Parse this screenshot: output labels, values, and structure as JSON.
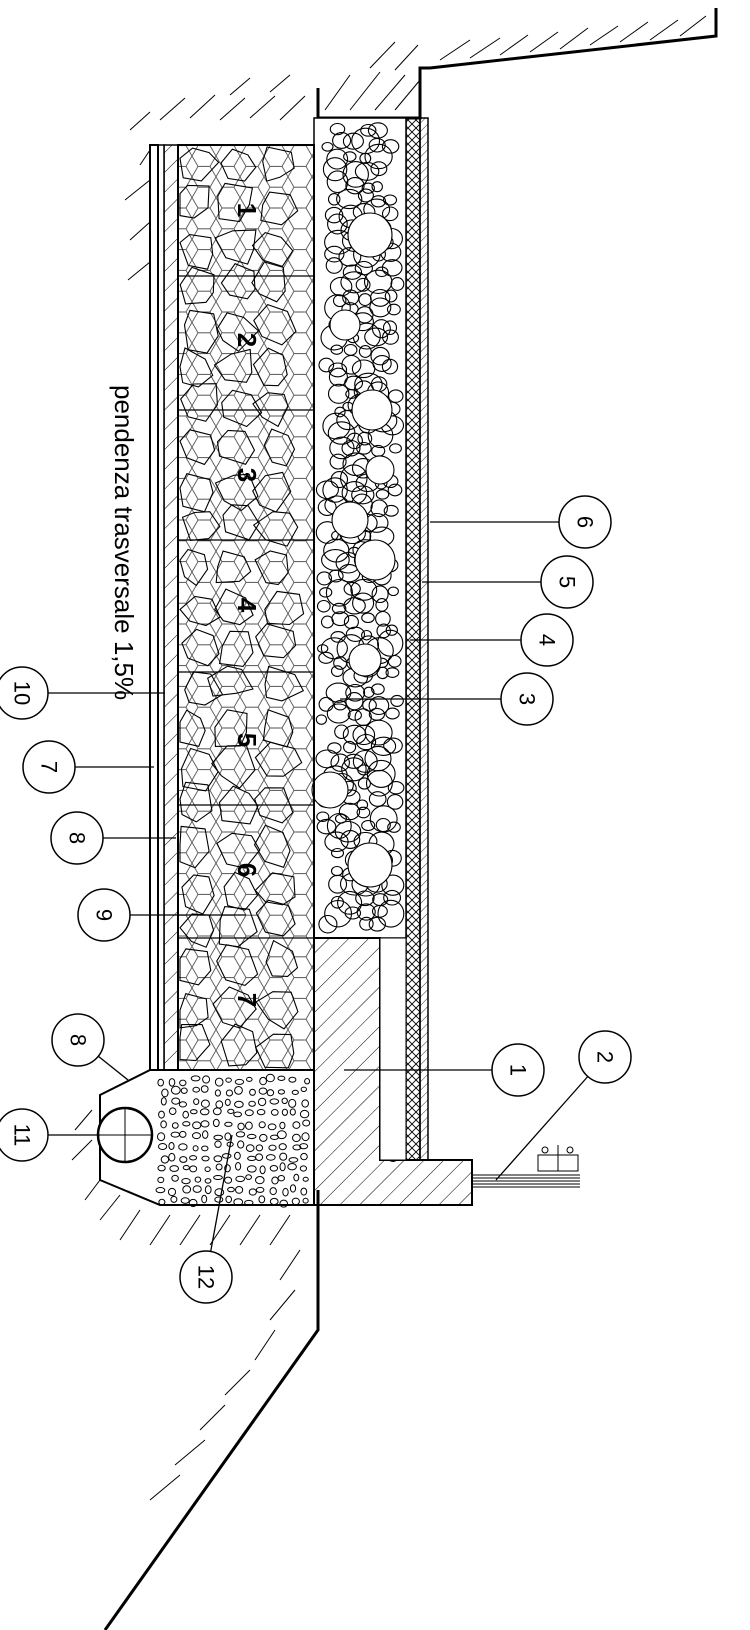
{
  "slope_note": "pendenza trasversale 1,5%",
  "gabion_numbers": [
    "1",
    "2",
    "3",
    "4",
    "5",
    "6",
    "7"
  ],
  "callouts": [
    {
      "label": "6"
    },
    {
      "label": "5"
    },
    {
      "label": "4"
    },
    {
      "label": "3"
    },
    {
      "label": "1"
    },
    {
      "label": "2"
    },
    {
      "label": "10"
    },
    {
      "label": "7"
    },
    {
      "label": "8"
    },
    {
      "label": "9"
    },
    {
      "label": "8"
    },
    {
      "label": "11"
    },
    {
      "label": "12"
    }
  ],
  "colors": {
    "line": "#000000",
    "background": "#ffffff",
    "mesh": "#555555"
  }
}
